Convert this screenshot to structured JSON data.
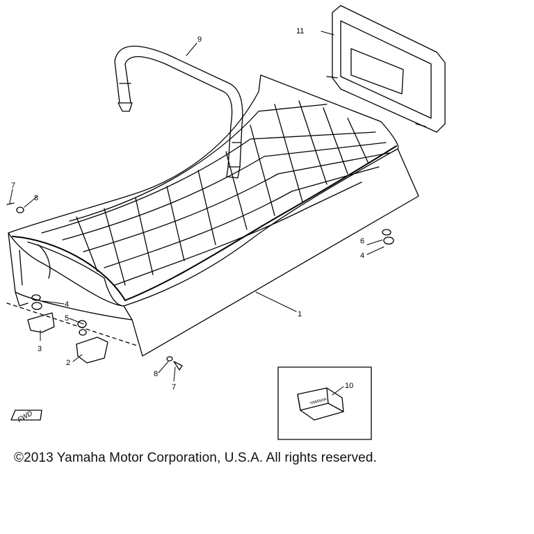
{
  "callouts": {
    "p1": "1",
    "p2": "2",
    "p3": "3",
    "p4a": "4",
    "p4b": "4",
    "p5": "5",
    "p6": "6",
    "p7a": "7",
    "p7b": "7",
    "p8a": "8",
    "p8b": "8",
    "p9": "9",
    "p10": "10",
    "p11": "11"
  },
  "inset_text": "YAMAHA",
  "fwd_mark": "FWD",
  "copyright": "©2013 Yamaha Motor Corporation, U.S.A. All rights reserved."
}
